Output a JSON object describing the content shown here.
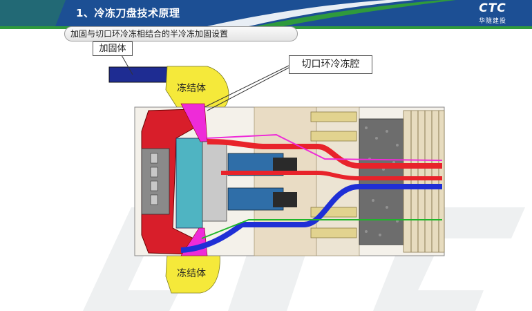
{
  "header": {
    "title": "1、冷冻刀盘技术原理",
    "logo_text": "CTC",
    "logo_sub": "华隧建投"
  },
  "subtitle": "加固与切口环冷冻相结合的半冷冻加固设置",
  "labels": {
    "reinforcement_body": "加固体",
    "cutting_ring_chamber": "切口环冷冻腔",
    "frozen_body_top": "冻结体",
    "frozen_body_bottom": "冻结体"
  },
  "colors": {
    "header_blue": "#1c4f94",
    "header_green": "#2f9a3c",
    "frozen_yellow": "#f5e93a",
    "cutter_red": "#d81e2a",
    "shaft_blue": "#2f6ea8",
    "pipe_blue": "#1f2fd6",
    "pipe_red": "#e8232a",
    "magenta": "#ee2bd8",
    "tan": "#e9dcc4"
  }
}
